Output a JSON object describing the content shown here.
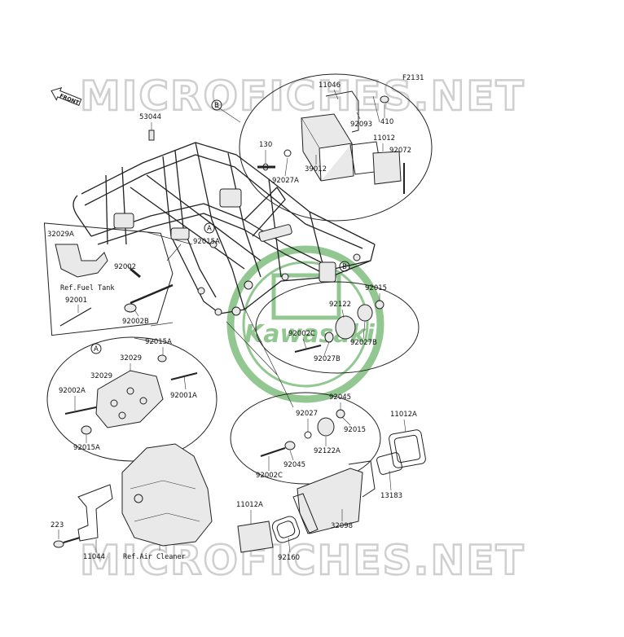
{
  "watermark": {
    "text_top": "MICROFICHES.NET",
    "text_bottom": "MICROFICHES.NET",
    "logo_text": "Kawasaki",
    "color": "#2e8b2e"
  },
  "figure_code": "F2131",
  "front_marker": "FRONT",
  "callouts": {
    "A1": "A",
    "A2": "A",
    "B1": "B",
    "B2": "B"
  },
  "parts": {
    "p11046": "11046",
    "p410": "410",
    "p92093": "92093",
    "p130": "130",
    "p39012": "39012",
    "p11012": "11012",
    "p92072": "92072",
    "p92027A": "92027A",
    "p53044": "53044",
    "p32029A": "32029A",
    "p92002": "92002",
    "p92001": "92001",
    "p92002B": "92002B",
    "p92015A_a": "92015A",
    "p92015A_b": "92015A",
    "p32029": "32029",
    "p32029_b": "32029",
    "p92002A": "92002A",
    "p92001A": "92001A",
    "p92015A_c": "92015A",
    "p92015_a": "92015",
    "p92122": "92122",
    "p92002C_a": "92002C",
    "p92027B_a": "92027B",
    "p92027B_b": "92027B",
    "p92045_a": "92045",
    "p92027": "92027",
    "p92015_b": "92015",
    "p92122A": "92122A",
    "p92045_b": "92045",
    "p92002C_b": "92002C",
    "p11012A_a": "11012A",
    "p13183": "13183",
    "p32098": "32098",
    "p11012A_b": "11012A",
    "p92160": "92160",
    "p223": "223",
    "p11044": "11044"
  },
  "refs": {
    "fuel_tank": "Ref.Fuel Tank",
    "air_cleaner": "Ref.Air Cleaner"
  }
}
